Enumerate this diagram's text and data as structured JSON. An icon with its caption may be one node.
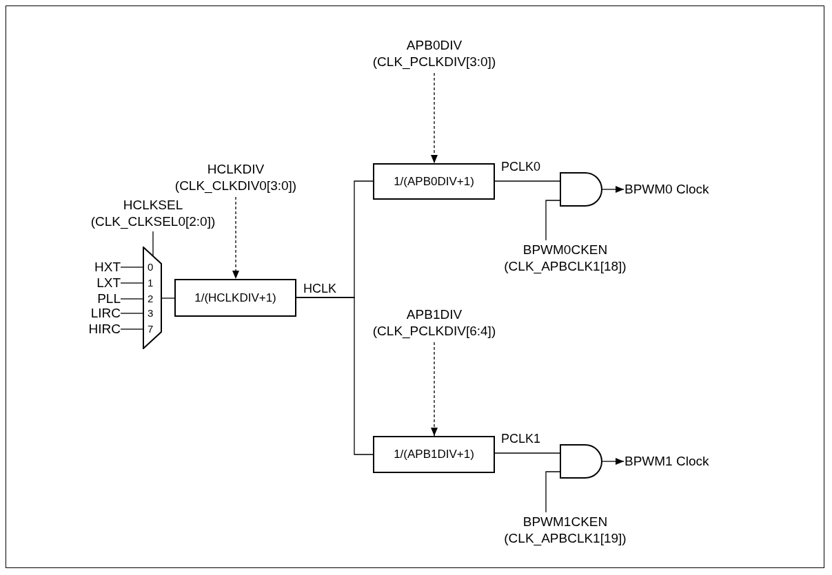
{
  "diagram": {
    "nodes": [
      {
        "text": [
          "HXT"
        ]
      },
      {
        "text": [
          "LXT"
        ]
      },
      {
        "text": [
          "PLL"
        ]
      },
      {
        "text": [
          "LIRC"
        ]
      },
      {
        "text": [
          "HIRC"
        ]
      },
      {
        "text": [
          "0",
          "1",
          "2",
          "3",
          "7"
        ]
      },
      {
        "text": [
          "HCLKSEL (CLK_CLKSEL0[2:0])"
        ]
      },
      {
        "text": [
          "HCLKDIV (CLK_CLKDIV0[3:0])"
        ]
      },
      {
        "text": [
          "1/(HCLKDIV+1)"
        ]
      },
      {
        "text": [
          "APB0DIV (CLK_PCLKDIV[3:0])"
        ]
      },
      {
        "text": [
          "1/(APB0DIV+1)"
        ]
      },
      {
        "text": [],
        "shape": "gate"
      },
      {
        "text": [
          "BPWM0CKEN (CLK_APBCLK1[18])"
        ]
      },
      {
        "text": [
          "BPWM0 Clock"
        ]
      },
      {
        "text": [
          "APB1DIV (CLK_PCLKDIV[6:4])"
        ]
      },
      {
        "text": [
          "1/(APB1DIV+1)"
        ]
      },
      {
        "text": [],
        "shape": "gate"
      },
      {
        "text": [
          "BPWM1CKEN (CLK_APBCLK1[19])"
        ]
      },
      {
        "text": [
          "BPWM1 Clock"
        ]
      }
    ],
    "edges": [
      {
        "from": 0,
        "to": 5,
        "arrow": "none"
      },
      {
        "from": 1,
        "to": 5,
        "arrow": "none"
      },
      {
        "from": 2,
        "to": 5,
        "arrow": "none"
      },
      {
        "from": 3,
        "to": 5,
        "arrow": "none"
      },
      {
        "from": 4,
        "to": 5,
        "arrow": "none"
      },
      {
        "from": 6,
        "to": 5,
        "arrow": "none"
      },
      {
        "from": 5,
        "to": 8,
        "arrow": "none"
      },
      {
        "from": 7,
        "to": 8,
        "arrow": "to",
        "style": "dashed"
      },
      {
        "from": 8,
        "to": 10,
        "arrow": "none",
        "label": "HCLK"
      },
      {
        "from": 8,
        "to": 15,
        "arrow": "none"
      },
      {
        "from": 9,
        "to": 10,
        "arrow": "to",
        "style": "dashed"
      },
      {
        "from": 10,
        "to": 11,
        "arrow": "none",
        "label": "PCLK0"
      },
      {
        "from": 12,
        "to": 11,
        "arrow": "none"
      },
      {
        "from": 11,
        "to": 13,
        "arrow": "to"
      },
      {
        "from": 14,
        "to": 15,
        "arrow": "to",
        "style": "dashed"
      },
      {
        "from": 15,
        "to": 16,
        "arrow": "none",
        "label": "PCLK1"
      },
      {
        "from": 17,
        "to": 16,
        "arrow": "none"
      },
      {
        "from": 16,
        "to": 18,
        "arrow": "to"
      }
    ]
  }
}
